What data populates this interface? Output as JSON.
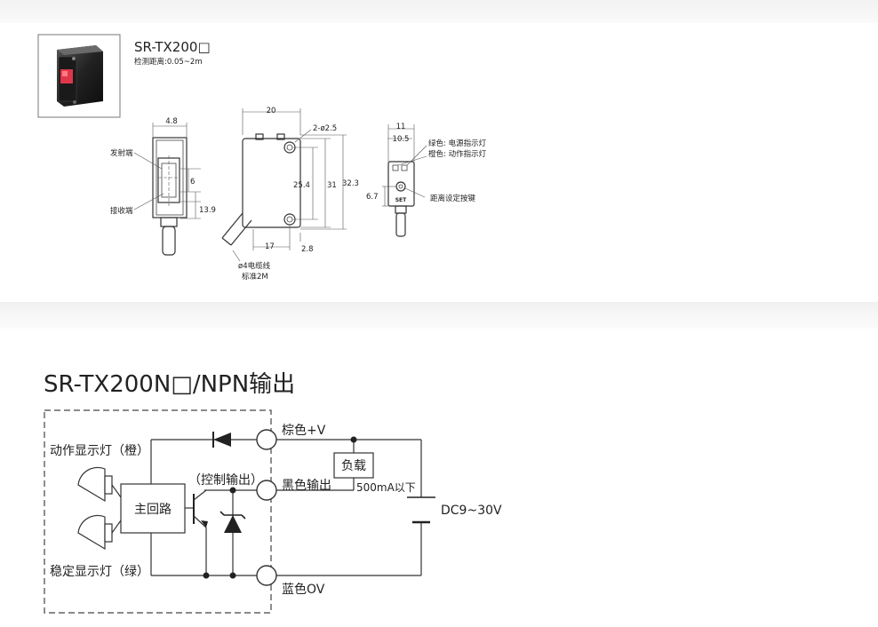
{
  "product": {
    "model": "SR-TX200□",
    "distance": "检测距离:0.05~2m"
  },
  "drawing": {
    "side_dim_top": "4.8",
    "side_label_emit": "发射端",
    "side_label_receive": "接收端",
    "side_dim_6": "6",
    "side_dim_13_9": "13.9",
    "front_dim_20": "20",
    "front_dim_hole": "2-ø2.5",
    "front_dim_25_4": "25.4",
    "front_dim_31": "31",
    "front_dim_32_3": "32.3",
    "front_dim_17": "17",
    "front_dim_2_8": "2.8",
    "cable_spec": "ø4电缆线",
    "cable_length": "标准2M",
    "back_dim_11": "11",
    "back_dim_10_5": "10.5",
    "back_dim_6_7": "6.7",
    "back_label_green": "绿色: 电源指示灯",
    "back_label_orange": "橙色: 动作指示灯",
    "back_label_set": "距离设定按键",
    "back_set_text": "SET"
  },
  "circuit": {
    "title": "SR-TX200N□/NPN输出",
    "label_action_lamp": "动作显示灯（橙）",
    "label_stable_lamp": "稳定显示灯（绿）",
    "label_main_circuit": "主回路",
    "label_control_output": "（控制输出）",
    "terminal_brown": "棕色+V",
    "terminal_black": "黑色输出",
    "terminal_blue": "蓝色OV",
    "load_label": "负载",
    "load_current": "500mA以下",
    "supply": "DC9~30V"
  }
}
